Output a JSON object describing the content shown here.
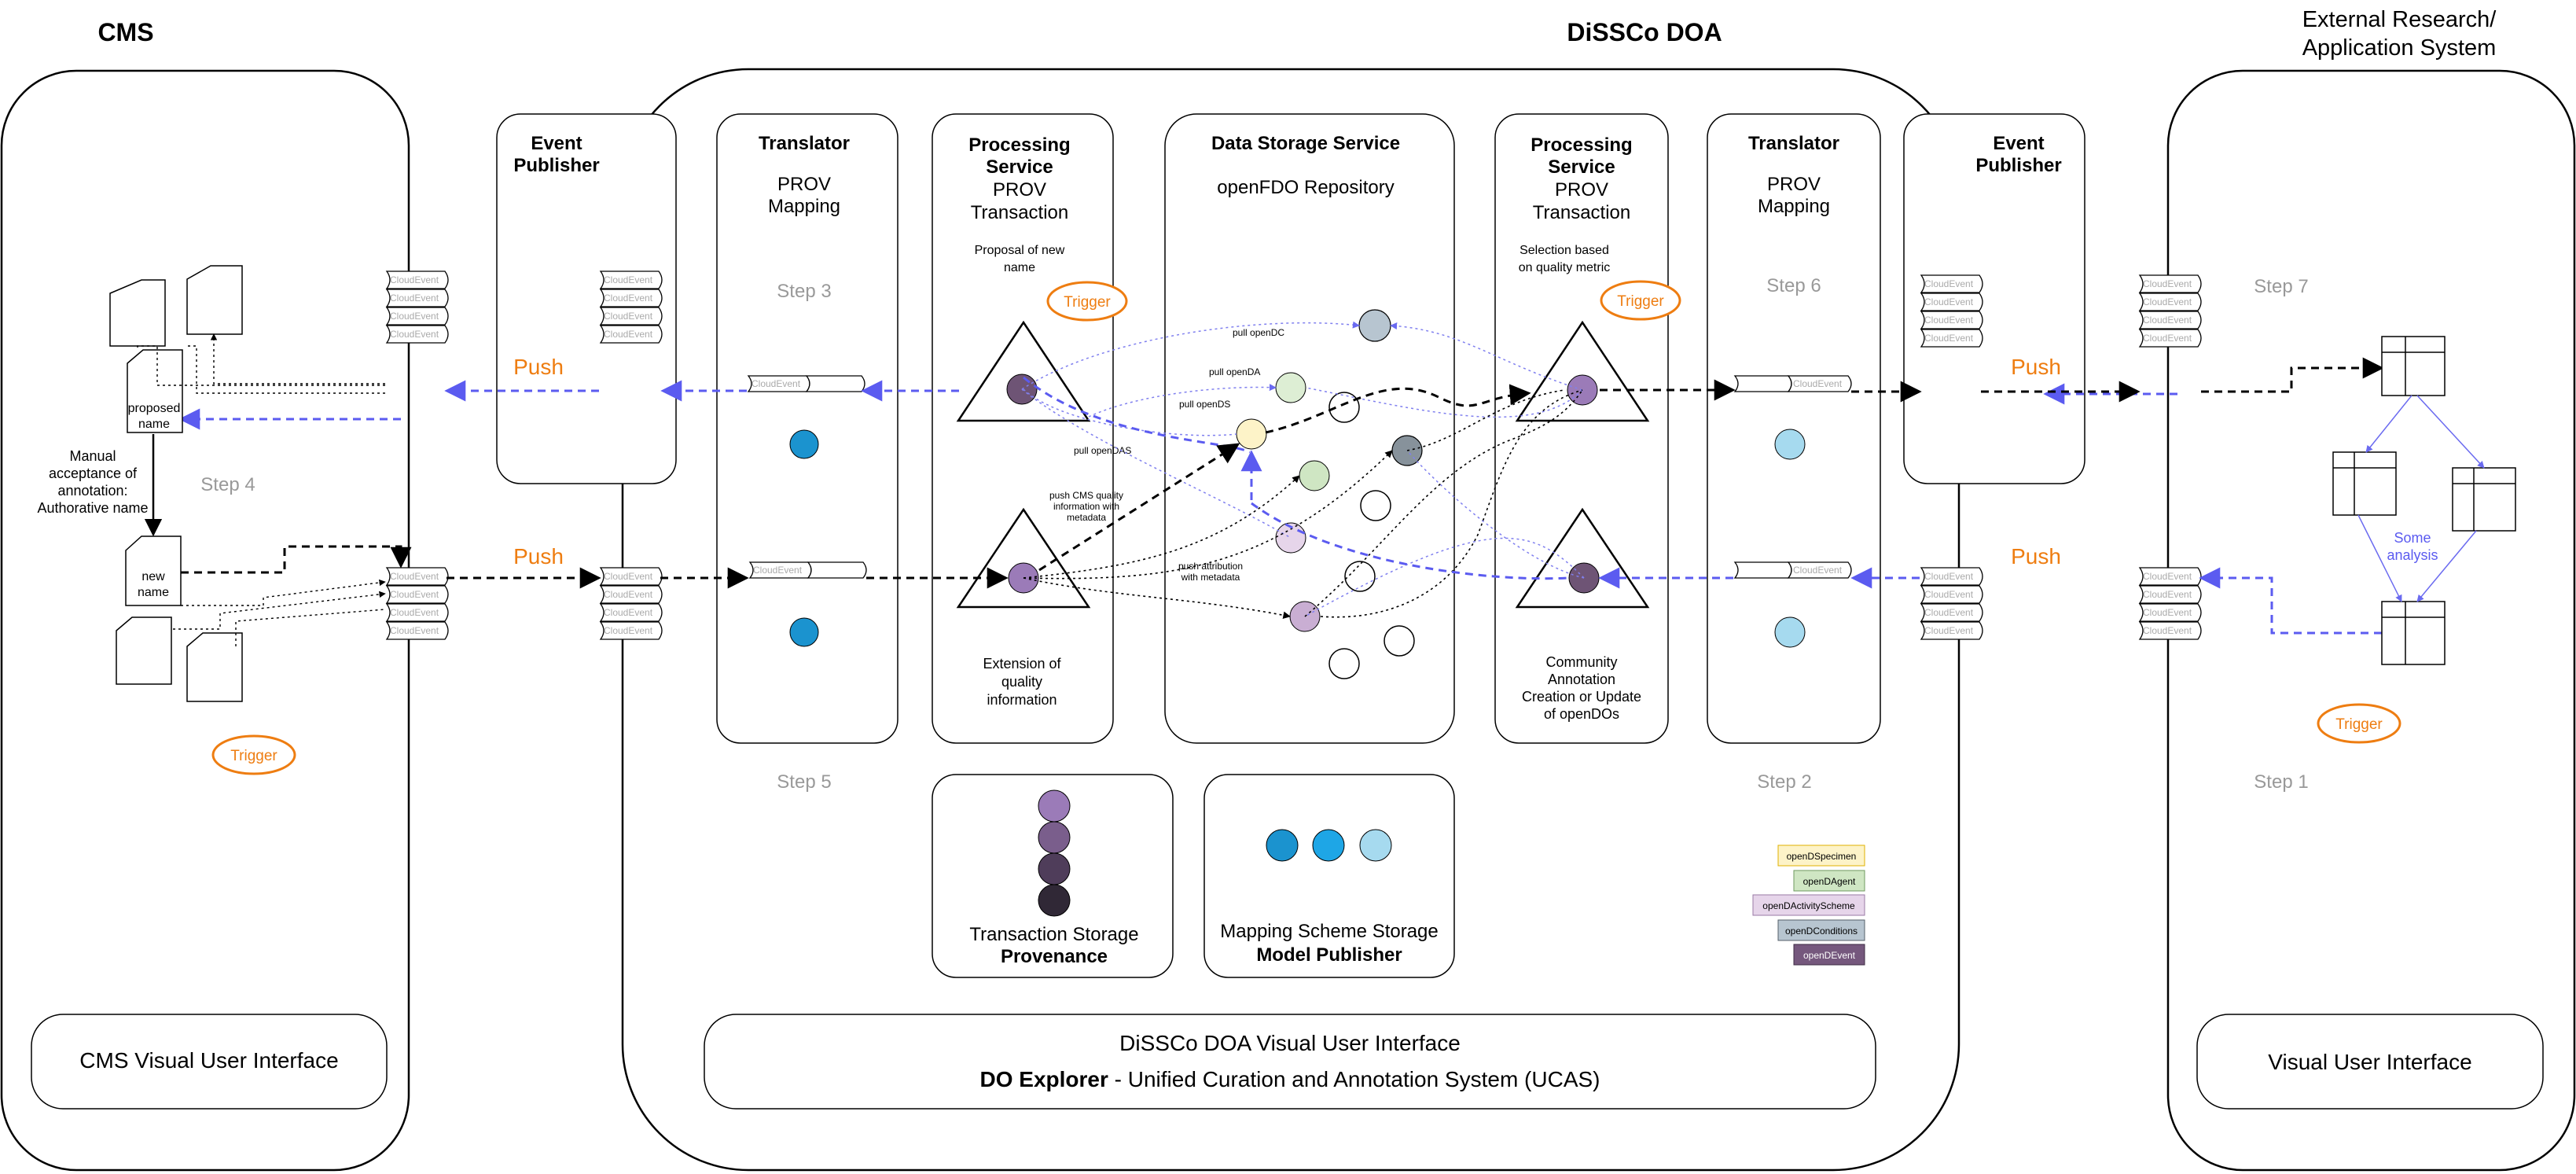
{
  "titles": {
    "cms": "CMS",
    "dissco": "DiSSCo DOA",
    "external_1": "External Research/",
    "external_2": "Application System"
  },
  "event_publisher": [
    "Event",
    "Publisher"
  ],
  "translator": {
    "title": "Translator",
    "sub1": "PROV",
    "sub2": "Mapping"
  },
  "processing": {
    "title1": "Processing",
    "title2": "Service",
    "sub1": "PROV",
    "sub2": "Transaction"
  },
  "storage": {
    "title": "Data Storage Service",
    "sub": "openFDO Repository"
  },
  "proc_left": {
    "top1": "Proposal of new",
    "top2": "name",
    "bottom1": "Extension of",
    "bottom2": "quality",
    "bottom3": "information"
  },
  "proc_right": {
    "top1": "Selection based",
    "top2": "on quality metric",
    "bottom1": "Community",
    "bottom2": "Annotation",
    "bottom3": "Creation or Update",
    "bottom4": "of openDOs"
  },
  "steps": {
    "s1": "Step 1",
    "s2": "Step 2",
    "s3": "Step 3",
    "s4": "Step 4",
    "s5": "Step 5",
    "s6": "Step 6",
    "s7": "Step 7"
  },
  "push": "Push",
  "trigger": "Trigger",
  "cloudevent": "CloudEvent",
  "cms_docs": {
    "proposed1": "proposed",
    "proposed2": "name",
    "new1": "new",
    "new2": "name"
  },
  "manual": [
    "Manual",
    "acceptance of",
    "annotation:",
    "Authorative name"
  ],
  "pulls": {
    "dc": "pull openDC",
    "da": "pull openDA",
    "ds": "pull openDS",
    "das": "pull openDAS"
  },
  "push_cms": [
    "push CMS quality",
    "information with",
    "metadata"
  ],
  "push_attr": [
    "push attribution",
    "with metadata"
  ],
  "transaction_storage": {
    "line1": "Transaction Storage",
    "line2": "Provenance"
  },
  "mapping_storage": {
    "line1": "Mapping Scheme Storage",
    "line2": "Model Publisher"
  },
  "legend": [
    "openDSpecimen",
    "openDAgent",
    "openDActivityScheme",
    "openDConditions",
    "openDEvent"
  ],
  "some_analysis": [
    "Some",
    "analysis"
  ],
  "ui": {
    "cms": "CMS Visual User Interface",
    "dissco1": "DiSSCo DOA Visual User Interface",
    "dissco2_bold": "DO Explorer",
    "dissco2_rest": " - Unified Curation and Annotation System (UCAS)",
    "external": "Visual User Interface"
  },
  "colors": {
    "accent": "#ee7d11",
    "push_arrow": "#5b5bf0",
    "step_text": "#999999",
    "specimen": "#fdf3c8",
    "agent": "#cfe6c3",
    "activity": "#e6d5ea",
    "conditions": "#b7c5d0",
    "event": "#75587d",
    "prov_1": "#9b7bb8",
    "prov_2": "#7a5e8c",
    "prov_3": "#4f3d5a",
    "prov_4": "#302836",
    "map_1": "#1b93cf",
    "map_2": "#1ea6e6",
    "map_3": "#a6daef"
  }
}
